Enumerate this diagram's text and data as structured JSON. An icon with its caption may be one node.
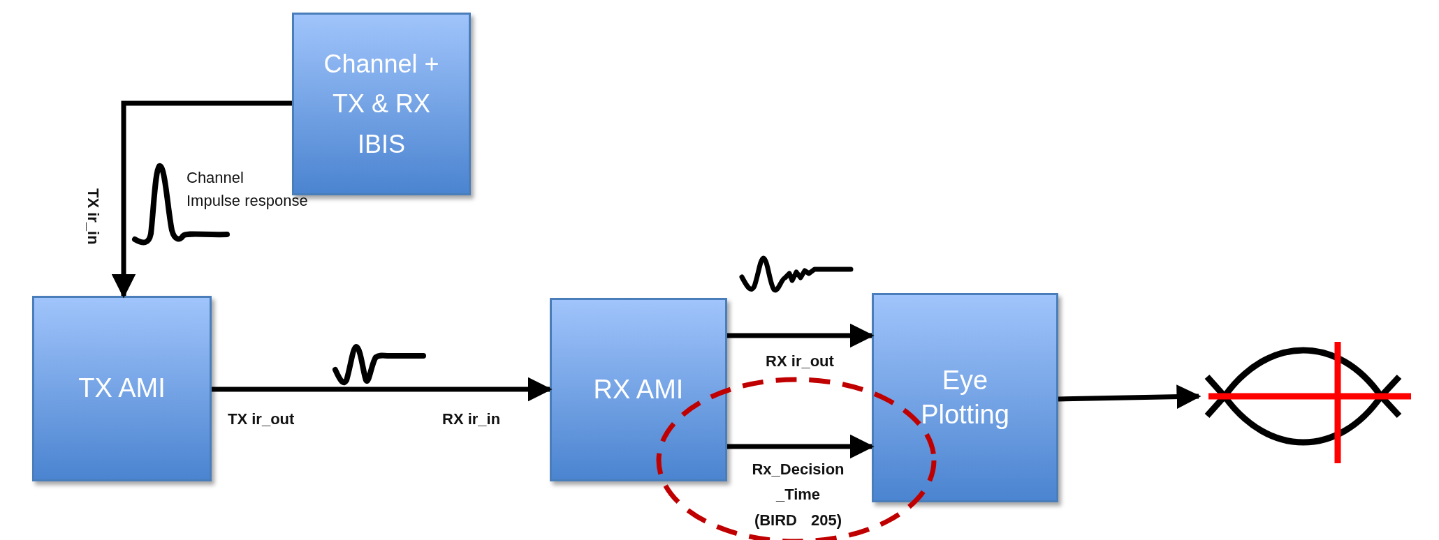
{
  "diagram": {
    "nodes": [
      {
        "text": [
          "Channel + TX & RX IBIS"
        ]
      },
      {
        "text": [
          "TX AMI"
        ]
      },
      {
        "text": [
          "RX AMI"
        ]
      },
      {
        "text": [
          "Eye Plotting"
        ]
      },
      {
        "text": [],
        "shape": "picture"
      }
    ],
    "edges": [
      {
        "from": 0,
        "to": 1,
        "arrow": "to",
        "label": "TX ir_in"
      },
      {
        "from": 1,
        "to": 2,
        "arrow": "to"
      },
      {
        "from": 2,
        "to": 3,
        "arrow": "to",
        "label": "RX ir_out"
      },
      {
        "from": 2,
        "to": 3,
        "arrow": "to",
        "label": "Rx_Decision _Time (BIRD 205)"
      },
      {
        "from": 3,
        "to": 4,
        "arrow": "to"
      }
    ],
    "labels": [
      "Channel Impulse response",
      "TX ir_out",
      "RX ir_in"
    ]
  }
}
